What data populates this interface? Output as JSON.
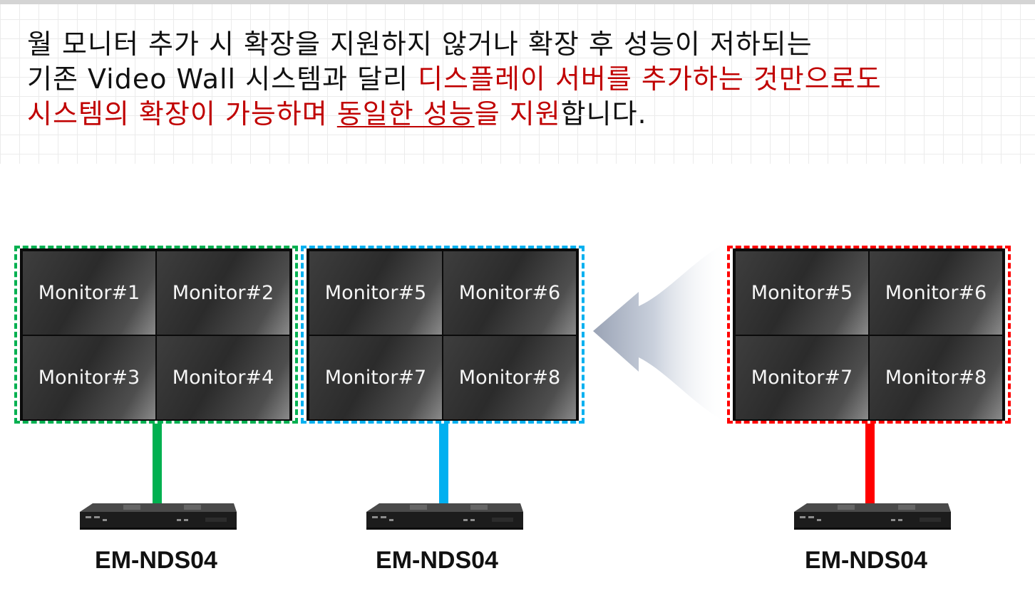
{
  "headline": {
    "line1": "월 모니터 추가 시 확장을 지원하지 않거나 확장 후 성능이 저하되는",
    "line2_black": "기존 Video Wall 시스템과 달리 ",
    "line2_red": "디스플레이 서버를 추가하는 것만으로도",
    "line3_red_a": "시스템의 확장이 가능하며 ",
    "line3_red_underlined": "동일한 성능",
    "line3_red_b": "을 지원",
    "line3_black": "합니다."
  },
  "colors": {
    "highlight_red": "#c00000",
    "wall_green": "#00b050",
    "wall_blue": "#00b0f0",
    "wall_red": "#ff0000"
  },
  "walls": [
    {
      "id": "green",
      "border_color": "#00b050",
      "monitors": [
        "Monitor#1",
        "Monitor#2",
        "Monitor#3",
        "Monitor#4"
      ],
      "server_label": "EM-NDS04"
    },
    {
      "id": "blue",
      "border_color": "#00b0f0",
      "monitors": [
        "Monitor#5",
        "Monitor#6",
        "Monitor#7",
        "Monitor#8"
      ],
      "server_label": "EM-NDS04"
    },
    {
      "id": "red",
      "border_color": "#ff0000",
      "monitors": [
        "Monitor#5",
        "Monitor#6",
        "Monitor#7",
        "Monitor#8"
      ],
      "server_label": "EM-NDS04"
    }
  ],
  "icons": {
    "arrow": "expansion-arrow-icon",
    "server": "rack-server-icon"
  }
}
